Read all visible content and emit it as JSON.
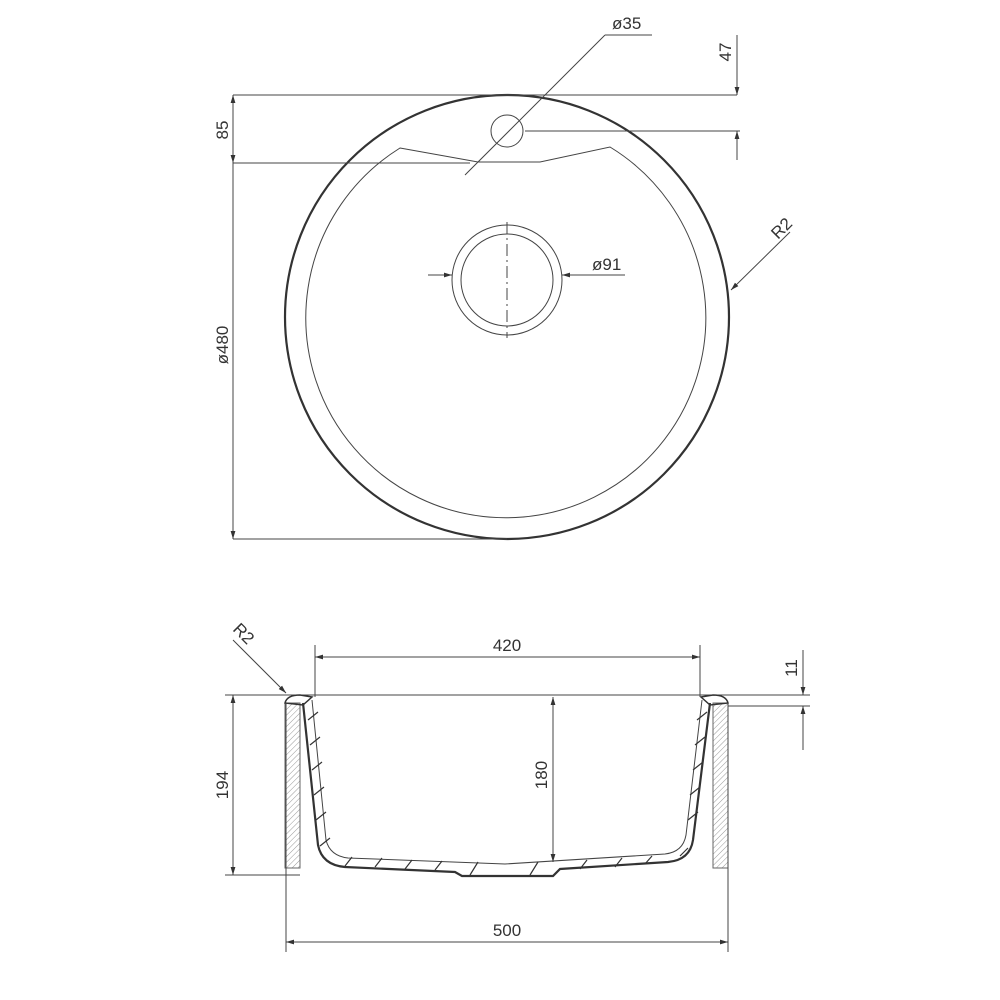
{
  "top_view": {
    "tap_hole_diameter": "ø35",
    "tap_hole_offset": "47",
    "rim_depth": "85",
    "outer_diameter": "ø480",
    "edge_radius": "R2",
    "drain_diameter": "ø91"
  },
  "section_view": {
    "edge_radius": "R2",
    "bowl_width": "420",
    "rim_thickness": "11",
    "total_height": "194",
    "bowl_depth": "180",
    "overall_width": "500"
  },
  "colors": {
    "line": "#333333",
    "background": "#ffffff"
  }
}
